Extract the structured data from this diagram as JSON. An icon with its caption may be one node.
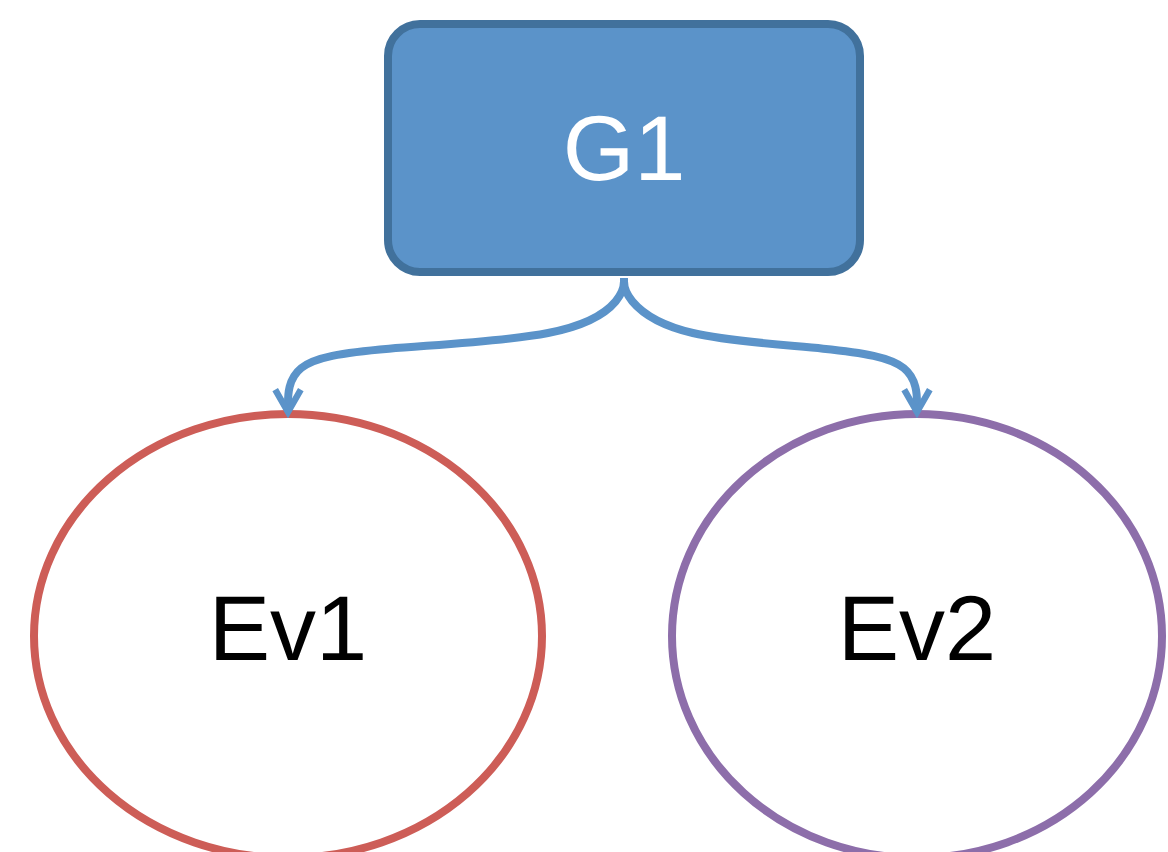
{
  "diagram": {
    "nodes": [
      {
        "text": [
          "G1"
        ]
      },
      {
        "text": [
          "Ev1"
        ]
      },
      {
        "text": [
          "Ev2"
        ]
      }
    ],
    "edges": [
      {
        "from": 0,
        "to": 1,
        "arrow": "to"
      },
      {
        "from": 0,
        "to": 2,
        "arrow": "to"
      }
    ]
  }
}
